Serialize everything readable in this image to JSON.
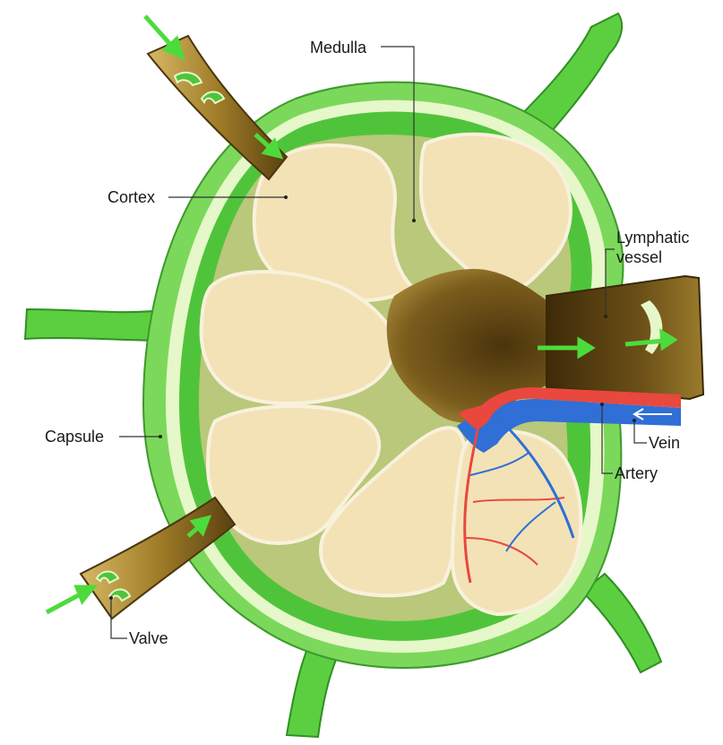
{
  "diagram": {
    "labels": {
      "medulla": "Medulla",
      "cortex": "Cortex",
      "lymphatic_line1": "Lymphatic",
      "lymphatic_line2": "vessel",
      "capsule": "Capsule",
      "vein": "Vein",
      "artery": "Artery",
      "valve": "Valve"
    },
    "colors": {
      "capsule_outer": "#7bd85b",
      "capsule_rim": "#e6f7c9",
      "inner_green": "#4fc43a",
      "sinus": "#b9c87a",
      "follicle": "#f3e2b6",
      "follicle_highlight": "#fbf1d6",
      "vessel_dark": "#5e4513",
      "vessel_mid": "#a7852c",
      "vessel_light": "#d2b25c",
      "artery": "#e8483e",
      "vein": "#2f6fd6",
      "arrow": "#4ddb3b"
    }
  }
}
